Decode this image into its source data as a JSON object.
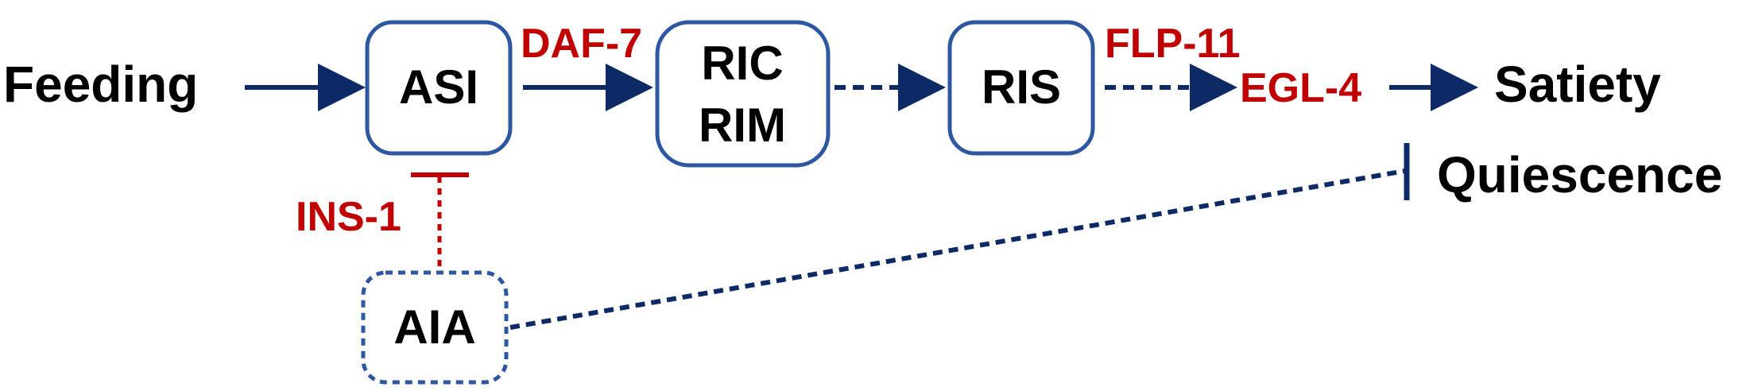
{
  "colors": {
    "arrow": "#0d2a66",
    "node_border": "#2d57a0",
    "inhibitor_red": "#c00000",
    "text": "#000000"
  },
  "labels": {
    "feeding": "Feeding",
    "satiety": "Satiety",
    "quiescence": "Quiescence"
  },
  "nodes": {
    "asi": "ASI",
    "ric": "RIC",
    "rim": "RIM",
    "ris": "RIS",
    "aia": "AIA"
  },
  "signals": {
    "daf7": "DAF-7",
    "flp11": "FLP-11",
    "egl4": "EGL-4",
    "ins1": "INS-1"
  }
}
